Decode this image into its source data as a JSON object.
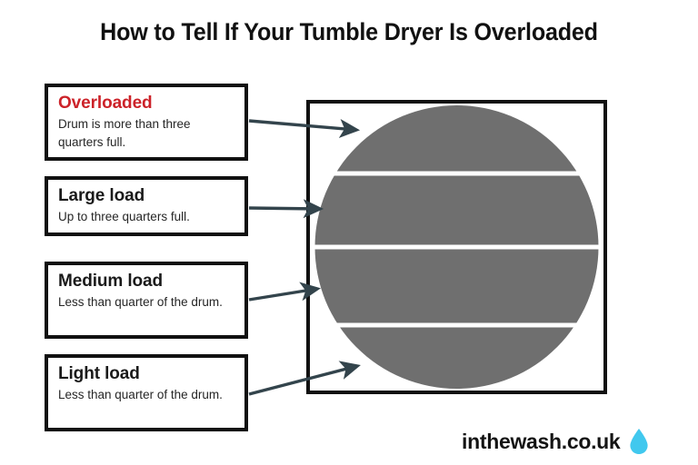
{
  "title": "How to Tell If Your Tumble Dryer Is Overloaded",
  "colors": {
    "accent_red": "#CC2229",
    "drum_fill": "#6F6F6F",
    "divider_line": "#FFFFFF",
    "arrow": "#33444C",
    "border": "#111111",
    "brand_drop": "#41C8EE"
  },
  "labels": [
    {
      "heading": "Overloaded",
      "body": "Drum is more than three quarters full.",
      "accent": true
    },
    {
      "heading": "Large load",
      "body": "Up to three quarters full.",
      "accent": false
    },
    {
      "heading": "Medium load",
      "body": "Less than quarter of the drum.",
      "accent": false
    },
    {
      "heading": "Light load",
      "body": "Less than quarter of the drum.",
      "accent": false
    }
  ],
  "diagram": {
    "name": "tumble-dryer-drum",
    "shape": "circle-in-square",
    "fill_levels": 4,
    "divider_count": 3
  },
  "brand": {
    "text": "inthewash.co.uk",
    "icon": "water-drop-icon"
  }
}
